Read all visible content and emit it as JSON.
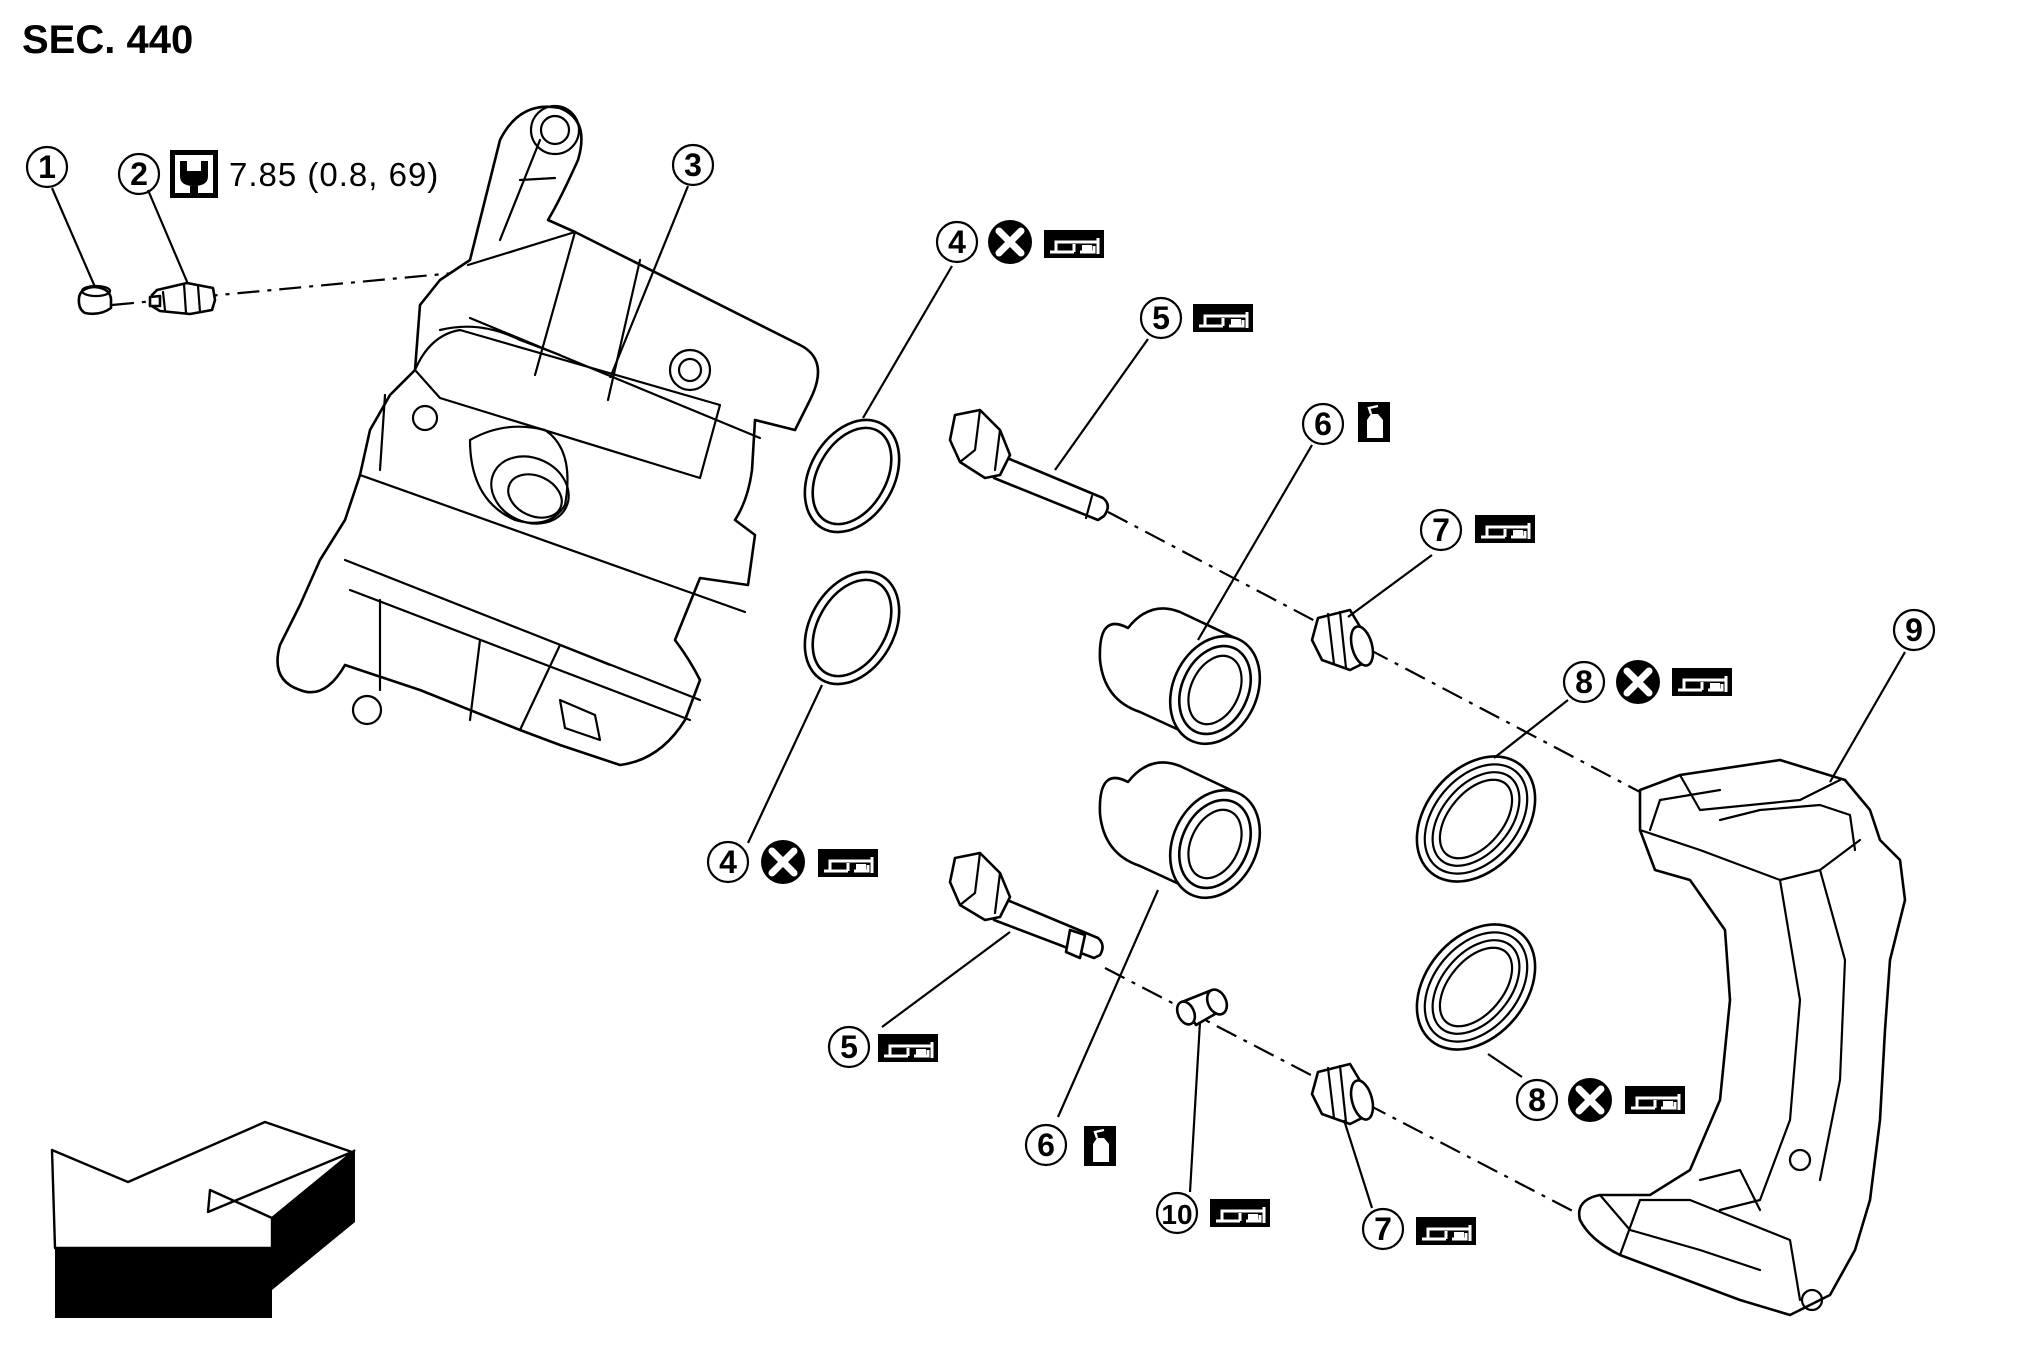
{
  "diagram": {
    "section_label": "SEC. 440",
    "torque_spec": "7.85 (0.8, 69)",
    "callouts": [
      {
        "number": "1"
      },
      {
        "number": "2",
        "symbols": [
          "torque-wrench-icon"
        ]
      },
      {
        "number": "3"
      },
      {
        "number": "4",
        "symbols": [
          "do-not-reuse-icon",
          "grease-icon"
        ]
      },
      {
        "number": "5",
        "symbols": [
          "grease-icon"
        ]
      },
      {
        "number": "6",
        "symbols": [
          "brake-fluid-icon"
        ]
      },
      {
        "number": "7",
        "symbols": [
          "grease-icon"
        ]
      },
      {
        "number": "8",
        "symbols": [
          "do-not-reuse-icon",
          "grease-icon"
        ]
      },
      {
        "number": "9"
      },
      {
        "number": "4",
        "symbols": [
          "do-not-reuse-icon",
          "grease-icon"
        ]
      },
      {
        "number": "5",
        "symbols": [
          "grease-icon"
        ]
      },
      {
        "number": "6",
        "symbols": [
          "brake-fluid-icon"
        ]
      },
      {
        "number": "10",
        "symbols": [
          "grease-icon"
        ]
      },
      {
        "number": "7",
        "symbols": [
          "grease-icon"
        ]
      },
      {
        "number": "8",
        "symbols": [
          "do-not-reuse-icon",
          "grease-icon"
        ]
      }
    ],
    "orientation_arrow": "front-direction-arrow-icon"
  }
}
